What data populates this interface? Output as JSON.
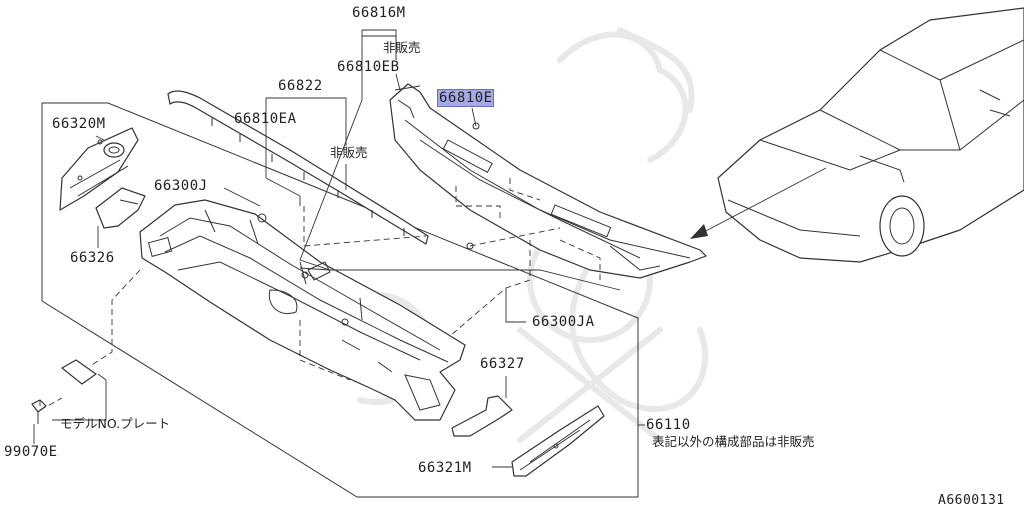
{
  "diagram_code": "A6600131",
  "highlight_color": "#a7a9e6",
  "parts": [
    {
      "key": "p66816M",
      "number": "66816M"
    },
    {
      "key": "p66810EB",
      "number": "66810EB"
    },
    {
      "key": "p66822",
      "number": "66822"
    },
    {
      "key": "p66810E",
      "number": "66810E"
    },
    {
      "key": "p66810EA",
      "number": "66810EA"
    },
    {
      "key": "p66320M",
      "number": "66320M"
    },
    {
      "key": "p66300J",
      "number": "66300J"
    },
    {
      "key": "p66326",
      "number": "66326"
    },
    {
      "key": "p66300JA",
      "number": "66300JA"
    },
    {
      "key": "p66327",
      "number": "66327"
    },
    {
      "key": "p66110",
      "number": "66110"
    },
    {
      "key": "p66321M",
      "number": "66321M"
    },
    {
      "key": "p99070E",
      "number": "99070E"
    }
  ],
  "notes": {
    "not_sold_1": "非販売",
    "not_sold_2": "非販売",
    "model_plate": "モデルNO.プレート",
    "components_not_sold": "表記以外の構成部品は非販売"
  }
}
